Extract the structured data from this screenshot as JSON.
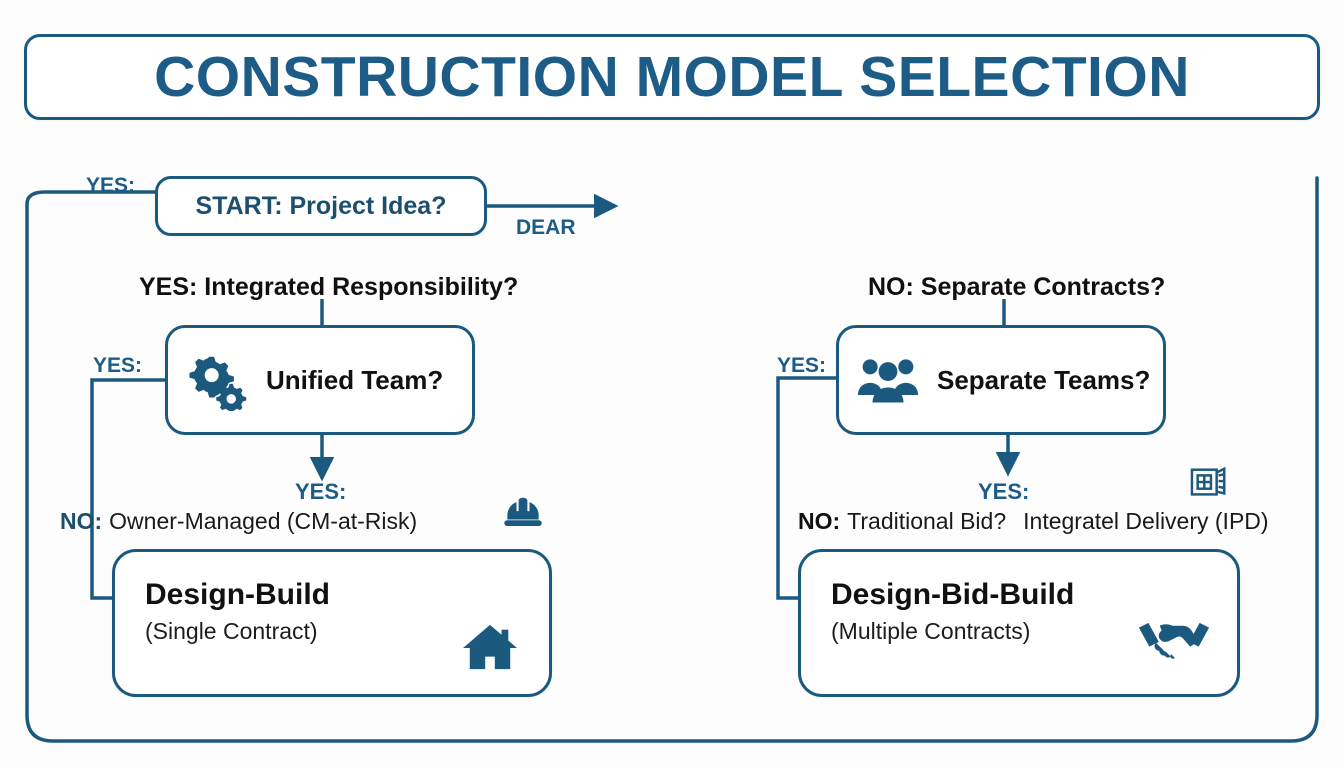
{
  "title": {
    "text": "CONSTRUCTION MODEL SELECTION"
  },
  "colors": {
    "accent": "#1c5c86",
    "border": "#1b5a7e",
    "text_dark": "#111111",
    "background": "#fdfdfd"
  },
  "flow": {
    "start": {
      "label": "START: Project Idea?",
      "entry_branch_label": "YES:",
      "exit_branch_label": "DEAR"
    },
    "left_branch": {
      "heading": "YES: Integrated Responsibility?",
      "decision": {
        "label": "Unified Team?",
        "icon": "gears-icon",
        "yes_label": "YES:"
      },
      "down_branch_label": "YES:",
      "alt_prefix": "NO:",
      "alt_label": "Owner-Managed (CM-at-Risk)",
      "alt_icon": "hard-hat-icon",
      "outcome": {
        "title": "Design-Build",
        "subtitle": "(Single Contract)",
        "icon": "house-icon"
      }
    },
    "right_branch": {
      "heading": "NO: Separate Contracts?",
      "decision": {
        "label": "Separate Teams?",
        "icon": "people-group-icon",
        "yes_label": "YES:"
      },
      "down_branch_label": "YES:",
      "alt_prefix": "NO:",
      "alt_label": "Traditional Bid?",
      "alt_label_2": "Integratel Delivery (IPD)",
      "alt_icon": "blueprint-icon",
      "outcome": {
        "title": "Design-Bid-Build",
        "subtitle": "(Multiple Contracts)",
        "icon": "handshake-icon"
      }
    }
  }
}
